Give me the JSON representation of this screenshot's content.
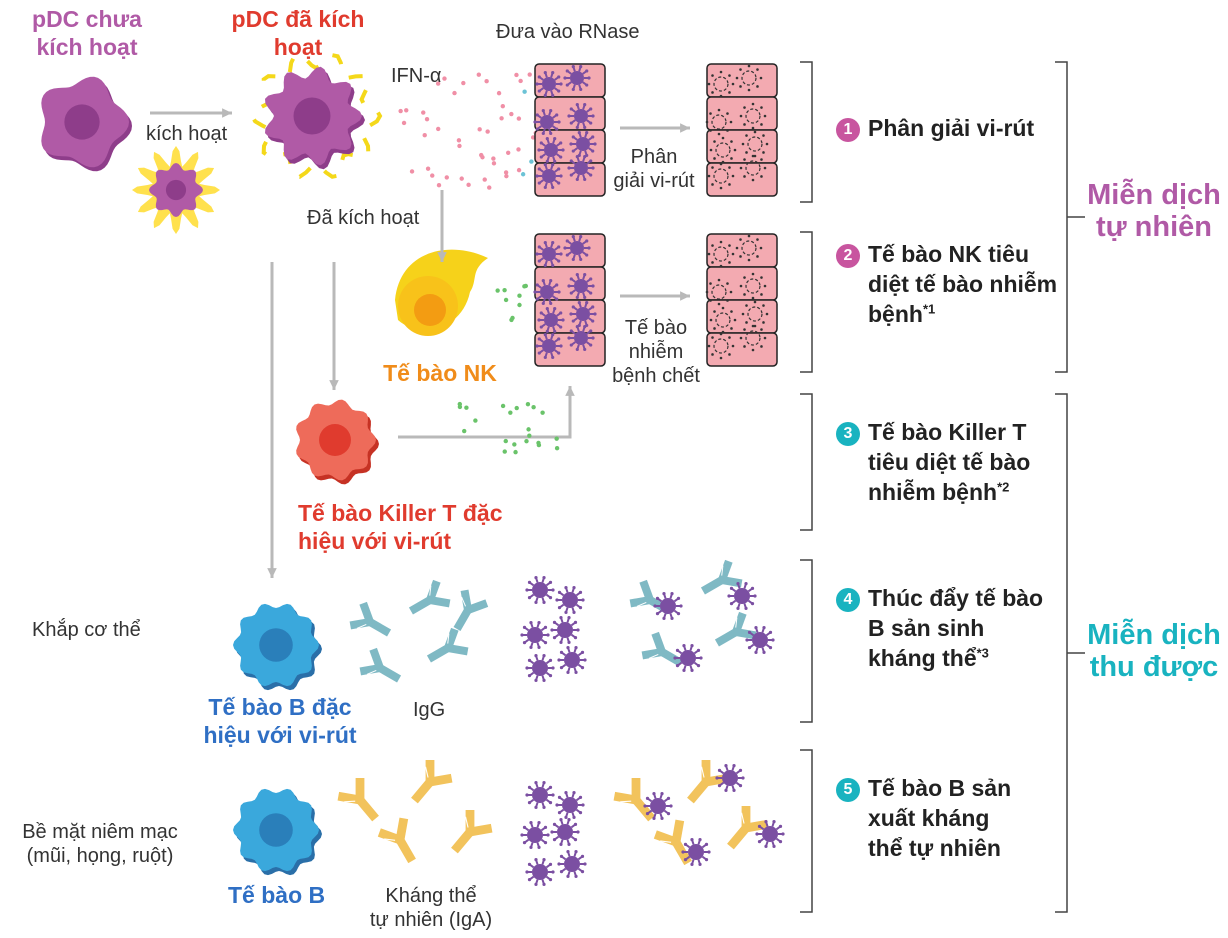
{
  "colors": {
    "pdc": "#b05aa6",
    "pdc_dark": "#8e3d8a",
    "red": "#e03b2e",
    "nk_orange": "#f39c12",
    "b_blue": "#3aa8dc",
    "b_label": "#2f6fc4",
    "teal": "#19b3c0",
    "pink_cell": "#f3aab1",
    "virus": "#7b4fa2",
    "igg": "#7fb9c4",
    "iga": "#f2c35c",
    "green_dot": "#6ac36a",
    "pink_dot": "#f08fa6",
    "arrow": "#b9b9b9"
  },
  "labels": {
    "pdc_inactive": "pDC chưa\nkích hoạt",
    "pdc_active": "pDC đã kích\nhoạt",
    "activate": "kích hoạt",
    "ifn": "IFN-α",
    "rnase": "Đưa vào RNase",
    "activated": "Đã kích hoạt",
    "virus_lysis": "Phân\ngiải vi-rút",
    "nk_cell": "Tế bào NK",
    "infected_dead": "Tế bào\nnhiễm\nbệnh chết",
    "killer_t": "Tế bào Killer T đặc\nhiệu với vi-rút",
    "whole_body": "Khắp cơ thể",
    "b_cell_specific": "Tế bào B đặc\nhiệu với vi-rút",
    "igg": "IgG",
    "mucosa": "Bề mặt niêm mạc\n(mũi, họng, ruột)",
    "b_cell": "Tế bào B",
    "natural_ab": "Kháng thể\ntự nhiên (IgA)"
  },
  "steps": [
    {
      "num": "1",
      "text": "Phân giải vi-rút",
      "sup": ""
    },
    {
      "num": "2",
      "text": "Tế bào NK tiêu\ndiệt tế bào nhiễm\nbệnh",
      "sup": "*1"
    },
    {
      "num": "3",
      "text": "Tế bào Killer T\ntiêu diệt tế bào\nnhiễm bệnh",
      "sup": "*2"
    },
    {
      "num": "4",
      "text": "Thúc đẩy tế bào\nB sản sinh\nkháng thể",
      "sup": "*3"
    },
    {
      "num": "5",
      "text": "Tế bào B sản\nxuất kháng\nthể tự nhiên",
      "sup": ""
    }
  ],
  "groups": {
    "innate": "Miễn dịch\ntự nhiên",
    "acquired": "Miễn dịch\nthu được"
  }
}
